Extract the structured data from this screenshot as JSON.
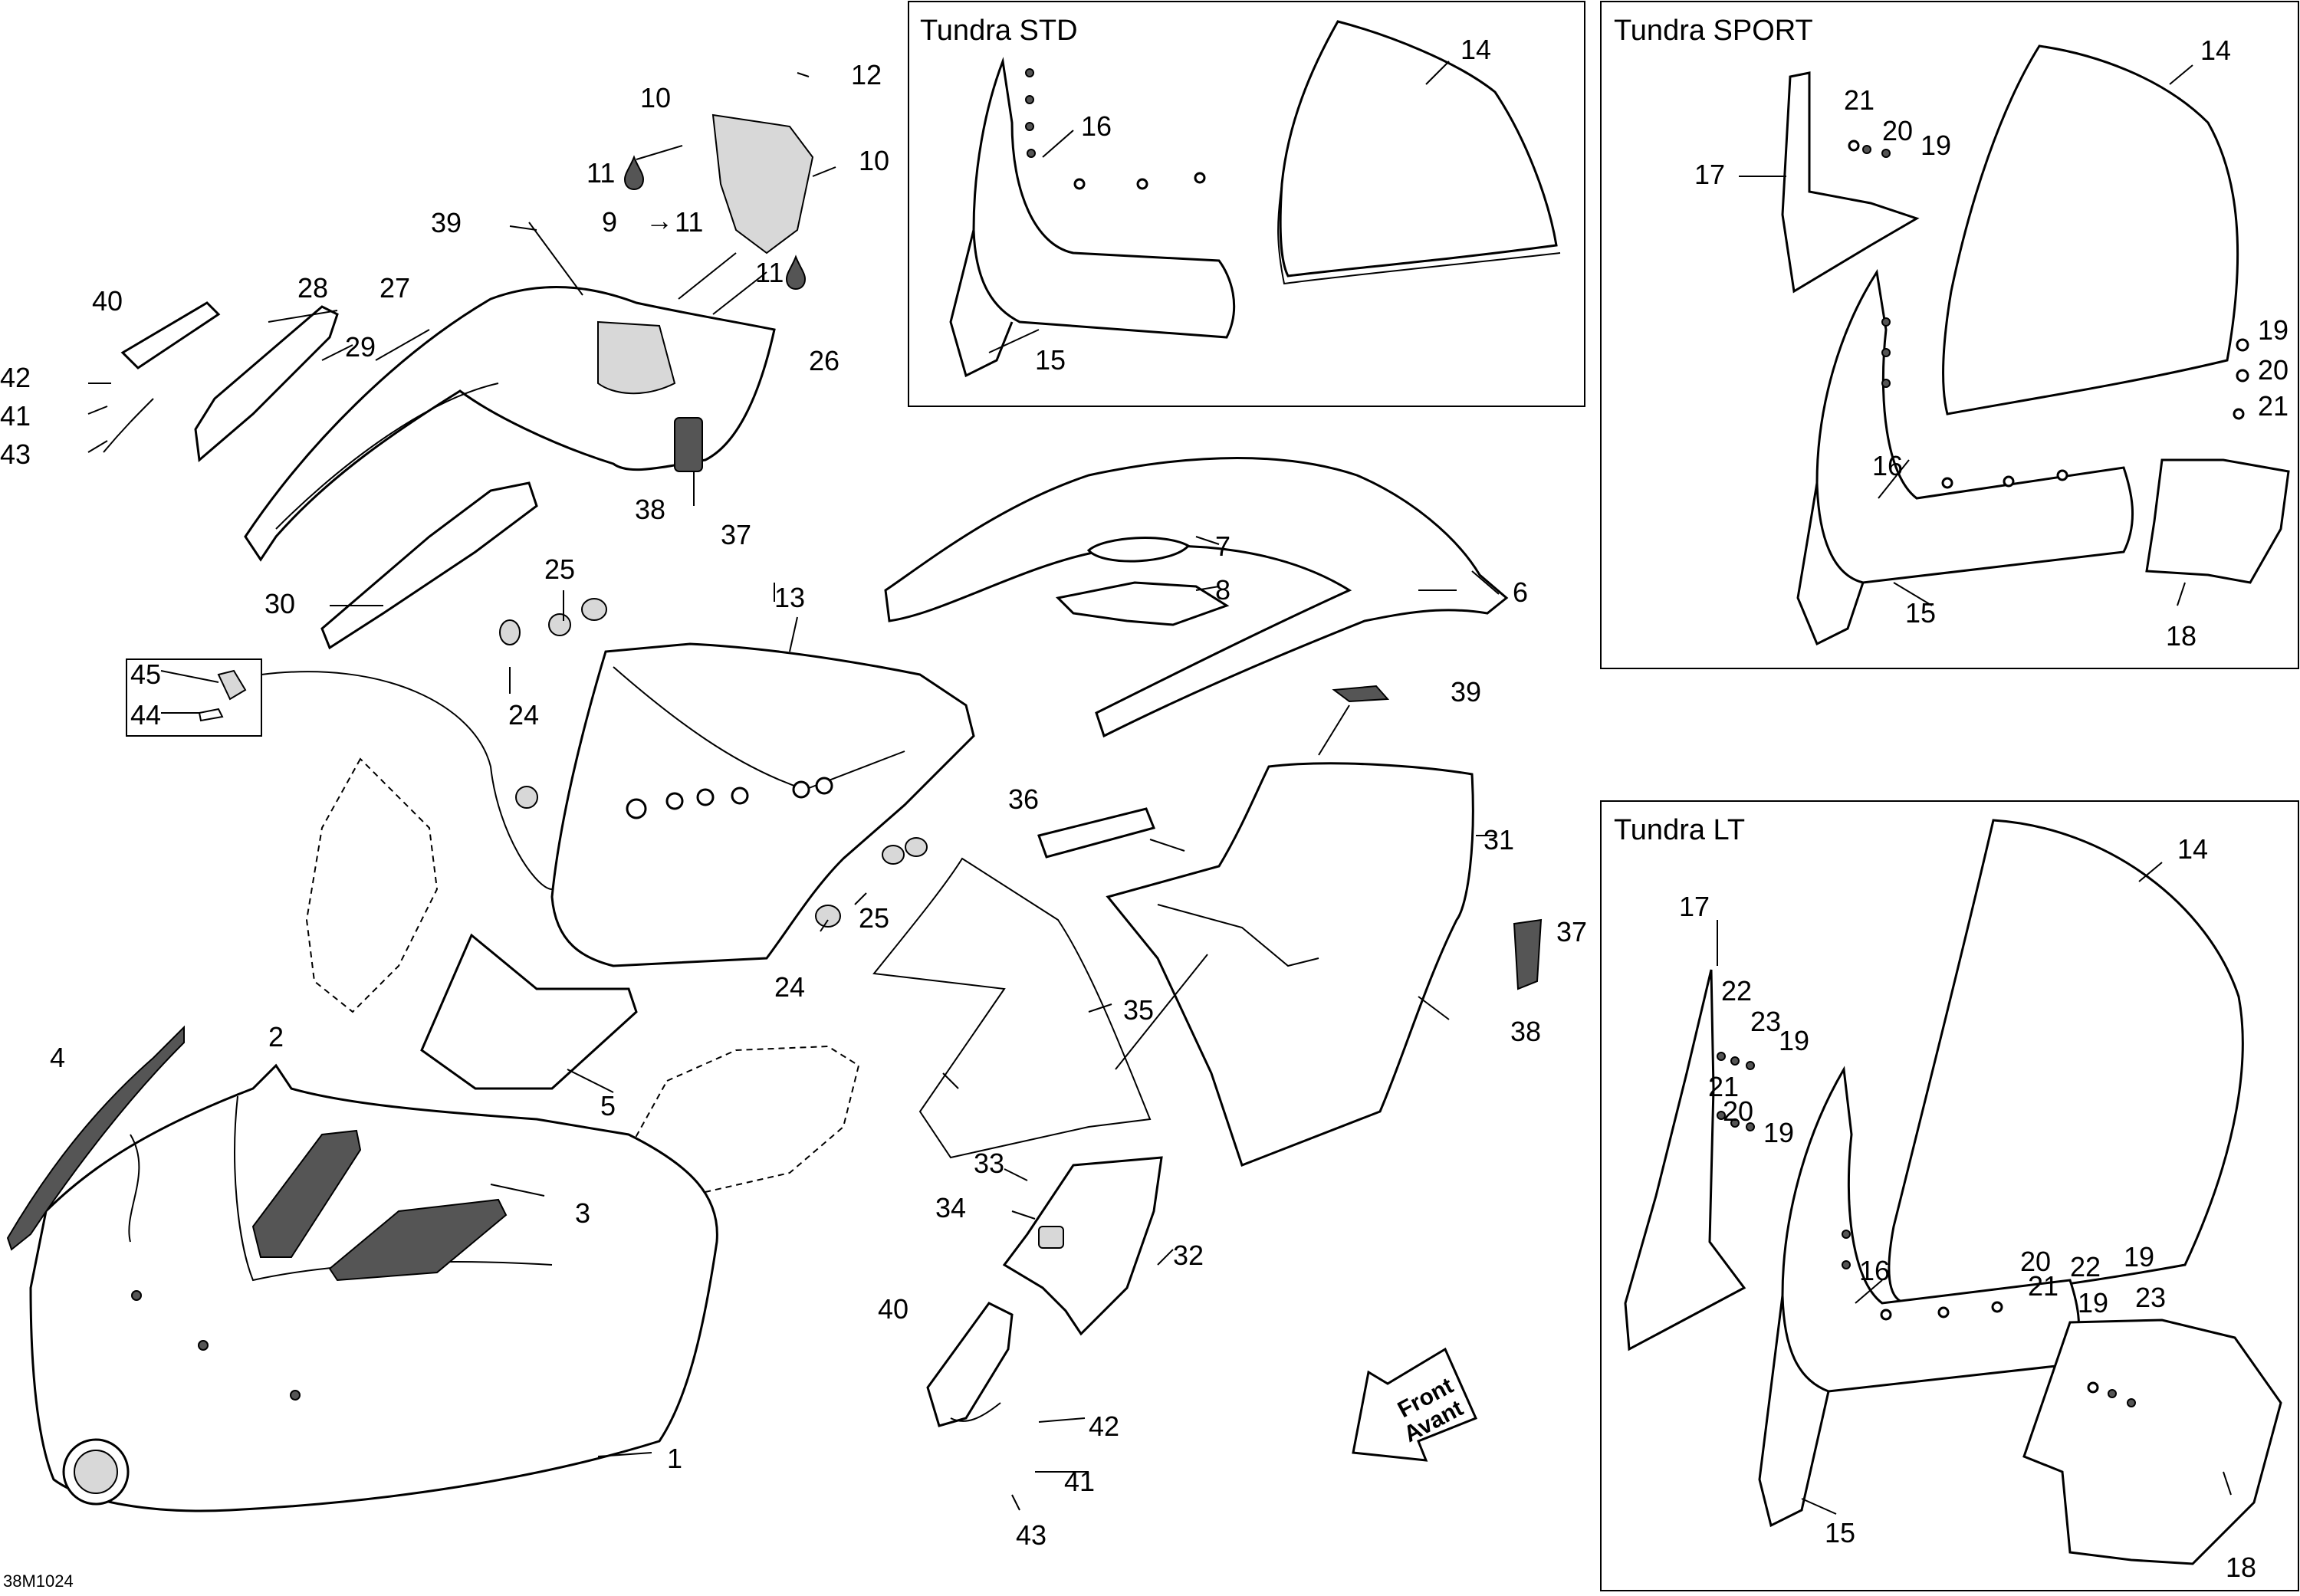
{
  "reference": "38M1024",
  "front_label": {
    "line1": "Front",
    "line2": "Avant"
  },
  "boxes": [
    {
      "id": "std",
      "title": "Tundra STD"
    },
    {
      "id": "sport",
      "title": "Tundra SPORT"
    },
    {
      "id": "lt",
      "title": "Tundra LT"
    }
  ],
  "callouts": {
    "main": [
      "1",
      "2",
      "3",
      "4",
      "5",
      "6",
      "7",
      "8",
      "9",
      "10",
      "10",
      "11",
      "11",
      "11",
      "12",
      "13",
      "24",
      "24",
      "25",
      "25",
      "26",
      "27",
      "28",
      "29",
      "30",
      "31",
      "32",
      "33",
      "34",
      "35",
      "36",
      "37",
      "37",
      "38",
      "38",
      "39",
      "39",
      "40",
      "40",
      "41",
      "41",
      "42",
      "42",
      "43",
      "43",
      "44",
      "45"
    ],
    "std": [
      "14",
      "15",
      "16"
    ],
    "sport": [
      "14",
      "15",
      "16",
      "17",
      "18",
      "19",
      "19",
      "20",
      "20",
      "21",
      "21"
    ],
    "lt": [
      "14",
      "15",
      "16",
      "17",
      "18",
      "19",
      "19",
      "19",
      "19",
      "20",
      "20",
      "21",
      "21",
      "22",
      "22",
      "23",
      "23"
    ]
  },
  "symbols": {
    "arrow": "→",
    "drop": "drop-icon"
  }
}
